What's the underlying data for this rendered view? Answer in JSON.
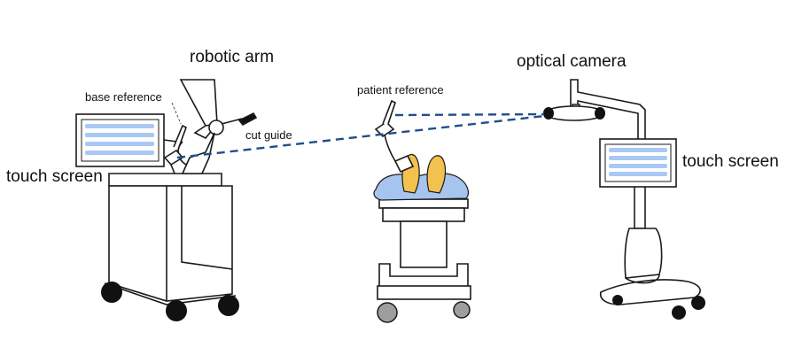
{
  "labels": {
    "robotic_arm": "robotic arm",
    "base_reference": "base reference",
    "cut_guide": "cut guide",
    "touch_screen_left": "touch screen",
    "patient_reference": "patient reference",
    "optical_camera": "optical camera",
    "touch_screen_right": "touch screen"
  },
  "colors": {
    "outline": "#1a1a1a",
    "tracking_line": "#1f4e8c",
    "screen_stripe": "#a9c8f2",
    "drape": "#a6c4ee",
    "feet": "#f2c14e",
    "wheel_dark": "#111111",
    "wheel_gray": "#9e9e9e"
  }
}
